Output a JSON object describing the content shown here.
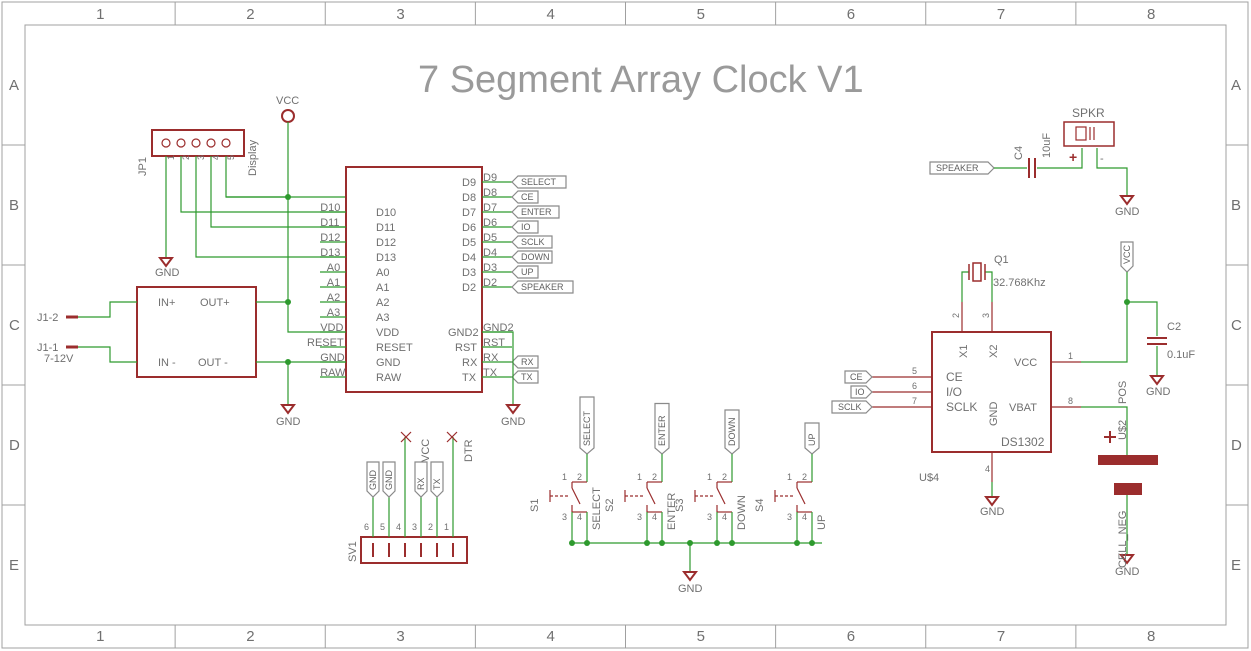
{
  "title": "7 Segment Array Clock V1",
  "grid": {
    "columns": [
      "1",
      "2",
      "3",
      "4",
      "5",
      "6",
      "7",
      "8"
    ],
    "rows": [
      "A",
      "B",
      "C",
      "D",
      "E"
    ]
  },
  "supplies": {
    "vcc": "VCC",
    "gnd": "GND"
  },
  "display_header": {
    "ref": "JP1",
    "name": "Display",
    "pins": [
      "1",
      "2",
      "3",
      "4",
      "5"
    ]
  },
  "arduino": {
    "left_pins": [
      "D10",
      "D11",
      "D12",
      "D13",
      "A0",
      "A1",
      "A2",
      "A3",
      "VDD",
      "RESET",
      "GND",
      "RAW"
    ],
    "left_nets": [
      "D10",
      "D11",
      "D12",
      "D13",
      "A0",
      "A1",
      "A2",
      "A3",
      "VDD",
      "RESET",
      "GND",
      "RAW"
    ],
    "right_pins": [
      "D9",
      "D8",
      "D7",
      "D6",
      "D5",
      "D4",
      "D3",
      "D2",
      "GND2",
      "RST",
      "RX",
      "TX"
    ],
    "right_nets": [
      "D9",
      "D8",
      "D7",
      "D6",
      "D5",
      "D4",
      "D3",
      "D2",
      "GND2",
      "RST",
      "RX",
      "TX"
    ],
    "right_ports": [
      "SELECT",
      "CE",
      "ENTER",
      "IO",
      "SCLK",
      "DOWN",
      "UP",
      "SPEAKER",
      "",
      "",
      "RX",
      "TX"
    ]
  },
  "regulator": {
    "in_plus": "IN+",
    "in_minus": "IN -",
    "out_plus": "OUT+",
    "out_minus": "OUT -",
    "j1_2": "J1-2",
    "j1_1": "J1-1",
    "voltage": "7-12V"
  },
  "ftdi": {
    "ref": "SV1",
    "pin_numbers": [
      "6",
      "5",
      "4",
      "3",
      "2",
      "1"
    ],
    "nets": [
      "GND",
      "GND",
      "RX",
      "TX"
    ],
    "nc_labels": [
      "VCC",
      "DTR"
    ]
  },
  "switches": [
    {
      "ref": "S1",
      "name": "SELECT",
      "net": "SELECT"
    },
    {
      "ref": "S2",
      "name": "ENTER",
      "net": "ENTER"
    },
    {
      "ref": "S3",
      "name": "DOWN",
      "net": "DOWN"
    },
    {
      "ref": "S4",
      "name": "UP",
      "net": "UP"
    }
  ],
  "switch_pins": [
    "1",
    "2",
    "3",
    "4"
  ],
  "rtc": {
    "ref": "U$4",
    "name": "DS1302",
    "pins_left": [
      "CE",
      "I/O",
      "SCLK"
    ],
    "pin_nums_left": [
      "5",
      "6",
      "7"
    ],
    "ports_left": [
      "CE",
      "IO",
      "SCLK"
    ],
    "pins_right": [
      "VCC",
      "VBAT"
    ],
    "pin_nums_right": [
      "1",
      "8"
    ],
    "x1": "X1",
    "x2": "X2",
    "x_nums": [
      "2",
      "3"
    ],
    "gnd_pin": "GND",
    "gnd_num": "4"
  },
  "crystal": {
    "ref": "Q1",
    "value": "32.768Khz"
  },
  "cap_c2": {
    "ref": "C2",
    "value": "0.1uF"
  },
  "cap_c4": {
    "ref": "C4",
    "value": "10uF"
  },
  "speaker": {
    "ref": "SPKR",
    "port": "SPEAKER",
    "plus": "+",
    "minus": "-"
  },
  "battery": {
    "ref": "U$2",
    "pos": "POS",
    "neg": "CELL_NEG",
    "plus": "+"
  }
}
